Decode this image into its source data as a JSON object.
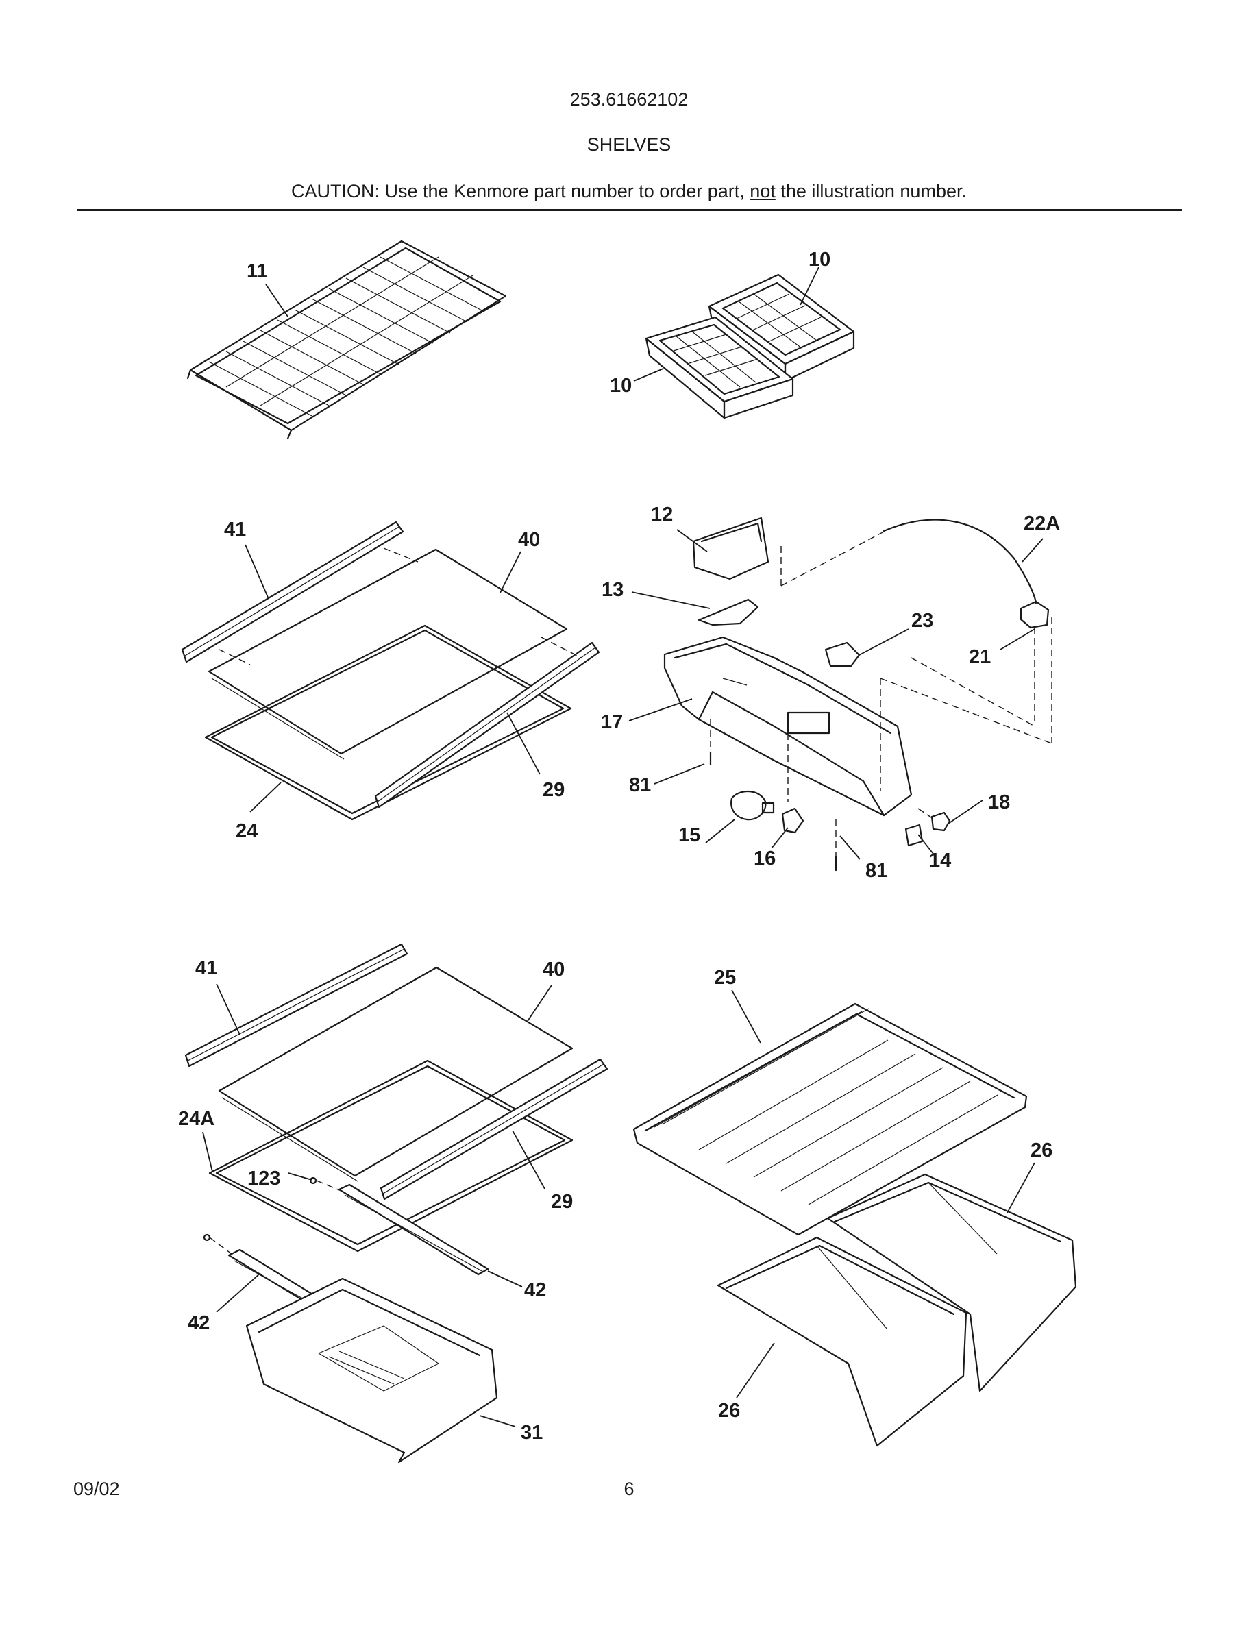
{
  "header": {
    "model_number": "253.61662102",
    "section_title": "SHELVES",
    "caution_prefix": "CAUTION: Use the Kenmore part number to order part, ",
    "caution_emphasis": "not",
    "caution_suffix": " the illustration number."
  },
  "callouts": {
    "wire_shelf": "11",
    "ice_tray_right": "10",
    "ice_tray_left": "10",
    "shelf_trim_rear_upper": "41",
    "glass_shelf_upper": "40",
    "shelf_trim_front_upper": "29",
    "shelf_frame_upper": "24",
    "ice_chute": "12",
    "damper_flap": "13",
    "cord_22a": "22A",
    "control_23": "23",
    "plug_21": "21",
    "housing_17": "17",
    "screw_81_left": "81",
    "lamp_15": "15",
    "socket_16": "16",
    "screw_81_bottom": "81",
    "switch_14": "14",
    "knob_18": "18",
    "shelf_trim_rear_lower": "41",
    "glass_shelf_lower": "40",
    "shelf_frame_lower": "24A",
    "screw_123": "123",
    "shelf_trim_front_lower": "29",
    "slide_rail_right": "42",
    "slide_rail_left": "42",
    "meat_drawer": "31",
    "crisper_cover": "25",
    "crisper_right": "26",
    "crisper_left": "26"
  },
  "footer": {
    "date": "09/02",
    "page_number": "6"
  }
}
